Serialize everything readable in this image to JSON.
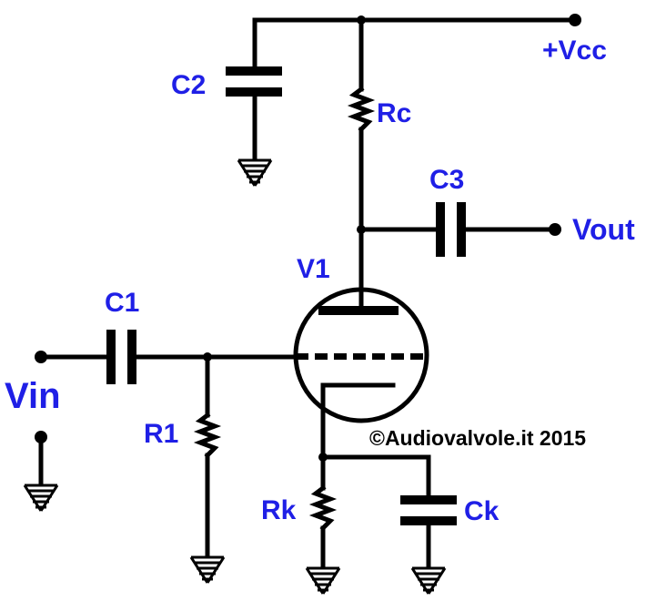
{
  "labels": {
    "vcc": "+Vcc",
    "c2": "C2",
    "rc": "Rc",
    "c3": "C3",
    "vout": "Vout",
    "v1": "V1",
    "c1": "C1",
    "vin": "Vin",
    "r1": "R1",
    "rk": "Rk",
    "ck": "Ck"
  },
  "copyright": "©Audiovalvole.it 2015",
  "colors": {
    "label": "#1f1fe6",
    "wire": "#000000",
    "text": "#000000"
  }
}
